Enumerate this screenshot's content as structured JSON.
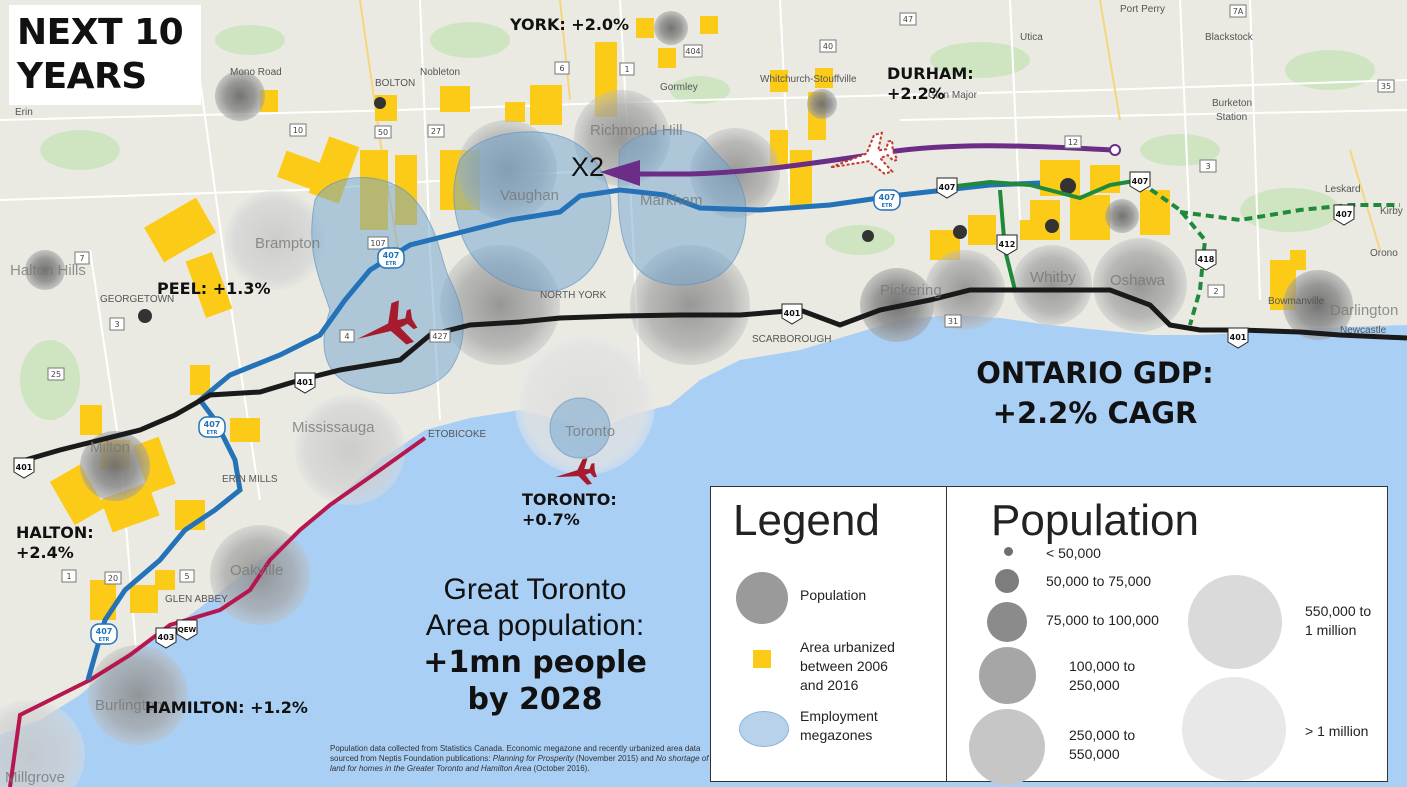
{
  "title": {
    "line1": "NEXT 10",
    "line2": "YEARS"
  },
  "regions": {
    "york": "YORK: +2.0%",
    "durham_line1": "DURHAM:",
    "durham_line2": "+2.2%",
    "peel": "PEEL: +1.3%",
    "halton_line1": "HALTON:",
    "halton_line2": "+2.4%",
    "toronto_line1": "TORONTO:",
    "toronto_line2": "+0.7%",
    "hamilton": "HAMILTON: +1.2%"
  },
  "gdp": {
    "line1": "ONTARIO GDP:",
    "line2": "+2.2% CAGR"
  },
  "gta": {
    "line1": "Great Toronto",
    "line2": "Area population:",
    "line3": "+1mn people",
    "line4": "by 2028"
  },
  "airport_route_label": "X2",
  "source": {
    "part1": "Population data collected from Statistics Canada. Economic megazone and recently urbanized area data sourced from Neptis Foundation publications: ",
    "title1": "Planning for Prosperity",
    "part2": " (November 2015) and ",
    "title2": "No shortage of land for homes in the Greater Toronto and Hamilton Area",
    "part3": " (October 2016)."
  },
  "legend": {
    "title": "Legend",
    "population": "Population",
    "urbanized_line1": "Area urbanized",
    "urbanized_line2": "between 2006",
    "urbanized_line3": "and 2016",
    "megazones_line1": "Employment",
    "megazones_line2": "megazones"
  },
  "population_legend": {
    "title": "Population",
    "b1": "< 50,000",
    "b2": "50,000 to 75,000",
    "b3": "75,000 to 100,000",
    "b4_line1": "100,000 to",
    "b4_line2": "250,000",
    "b5_line1": "250,000 to",
    "b5_line2": "550,000",
    "b6_line1": "550,000 to",
    "b6_line2": "1 million",
    "b7": "> 1 million"
  },
  "map_labels": {
    "mono_road": "Mono Road",
    "bolton": "BOLTON",
    "nobleton": "Nobleton",
    "gormley": "Gormley",
    "whitchurch": "Whitchurch-Stouffville",
    "utica": "Utica",
    "port_perry": "Port Perry",
    "blackstock": "Blackstock",
    "glen_major": "Glen Major",
    "burketon": "Burketon",
    "station": "Station",
    "leskard": "Leskard",
    "kirby": "Kirby",
    "orono": "Orono",
    "georgetown": "GEORGETOWN",
    "north_york": "NORTH YORK",
    "scarborough": "SCARBOROUGH",
    "etobicoke": "ETOBICOKE",
    "erin_mills": "ERIN MILLS",
    "glen_abbey": "GLEN ABBEY",
    "bowmanville": "Bowmanville",
    "newcastle": "Newcastle",
    "burlington": "Burlington",
    "mississauga": "Mississauga",
    "milton": "Milton",
    "toronto": "Toronto",
    "brampton": "Brampton",
    "vaughan": "Vaughan",
    "markham": "Markham",
    "richmond_hill": "Richmond Hill",
    "pickering": "Pickering",
    "oshawa": "Oshawa",
    "whitby": "Whitby",
    "oakville": "Oakville",
    "halton_hills": "Halton Hills",
    "erin": "Erin",
    "millgrove": "Millgrove",
    "darlington": "Darlington"
  },
  "shields": {
    "h401": "401",
    "h403": "403",
    "h407": "407",
    "h412": "412",
    "h418": "418",
    "qew": "QEW",
    "etr": "407",
    "etr_sub": "ETR",
    "r3": "3",
    "r4": "4",
    "r5": "5",
    "r6": "6",
    "r7": "7",
    "r10": "10",
    "r12": "12",
    "r20": "20",
    "r25": "25",
    "r27": "27",
    "r35": "35",
    "r40": "40",
    "r47": "47",
    "r50": "50",
    "r107": "107",
    "r404": "404",
    "r427": "427",
    "r7a": "7A",
    "r2": "2",
    "r1": "1",
    "r31": "31"
  },
  "colors": {
    "water": "#a9cff5",
    "land": "#eaeae3",
    "urbanized": "#fccb17",
    "megazone": "#6fa3cf",
    "hwy401": "#1a1a1a",
    "etr407": "#2472b7",
    "hwy412_418": "#1e8a3a",
    "qew_rail": "#b5174e",
    "airport": "#a61c2e",
    "airport_route": "#6b2d86"
  },
  "icons": [
    "airplane-icon",
    "flying-airplane-icon",
    "highway-shield-icon",
    "etr-shield-icon"
  ]
}
